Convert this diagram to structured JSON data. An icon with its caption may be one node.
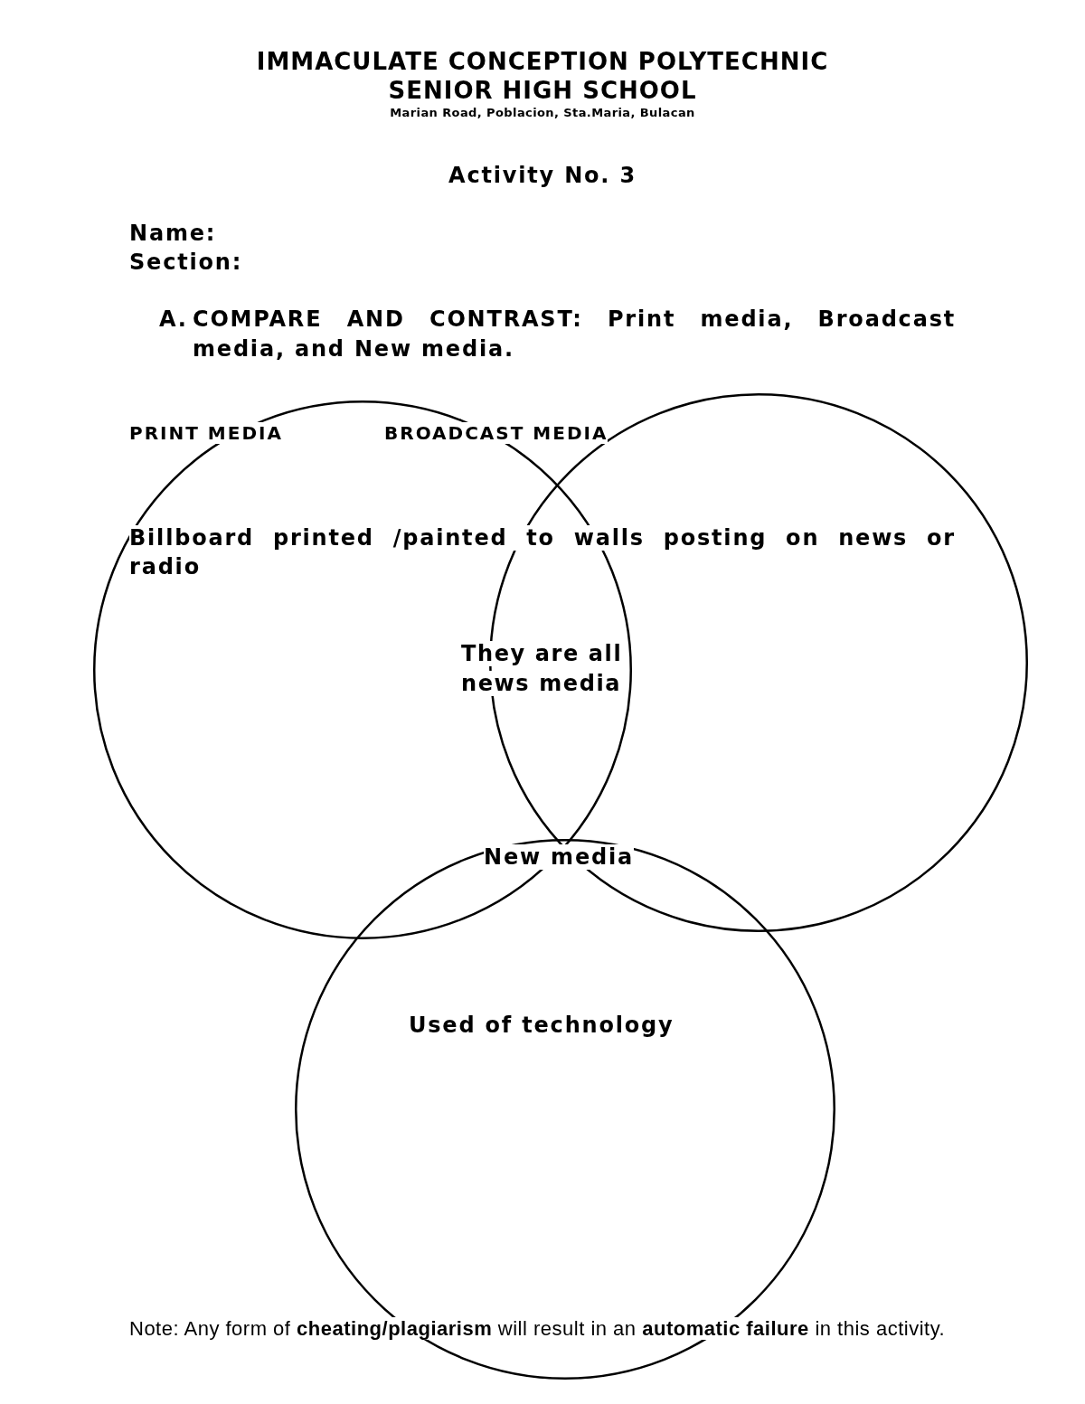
{
  "diagram": {
    "title": "Activity No. 3",
    "nodes": [
      {
        "text": [],
        "shape": "circle"
      },
      {
        "text": [],
        "shape": "circle"
      },
      {
        "text": [],
        "shape": "circle"
      }
    ],
    "labels": [
      "IMMACULATE CONCEPTION POLYTECHNIC SENIOR HIGH SCHOOL",
      "Marian Road, Poblacion, Sta.Maria, Bulacan",
      "Name:",
      "Section:",
      "A.",
      "COMPARE AND CONTRAST: Print media, Broadcast media, and New media.",
      "PRINT MEDIA",
      "BROADCAST MEDIA",
      "Billboard printed /painted to walls posting on news or radio",
      "They are all news media",
      "New media",
      "Used of technology",
      "Note: Any form of **cheating/plagiarism** will result in an **automatic failure** in this activity."
    ]
  }
}
